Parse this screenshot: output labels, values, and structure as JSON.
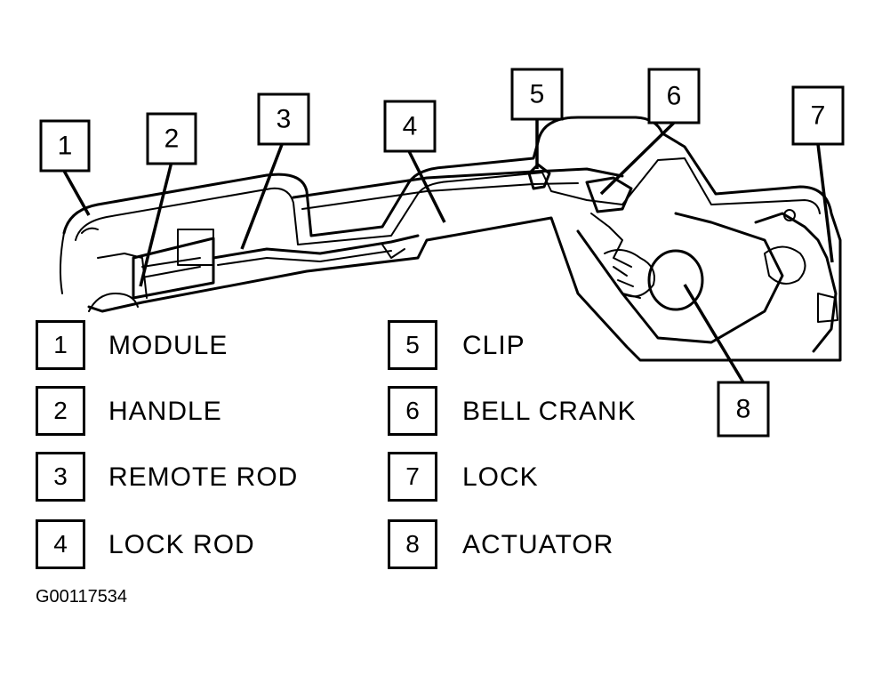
{
  "callouts": [
    "1",
    "2",
    "3",
    "4",
    "5",
    "6",
    "7",
    "8"
  ],
  "legend": [
    {
      "num": "1",
      "label": "MODULE"
    },
    {
      "num": "2",
      "label": "HANDLE"
    },
    {
      "num": "3",
      "label": "REMOTE ROD"
    },
    {
      "num": "4",
      "label": "LOCK ROD"
    },
    {
      "num": "5",
      "label": "CLIP"
    },
    {
      "num": "6",
      "label": "BELL CRANK"
    },
    {
      "num": "7",
      "label": "LOCK"
    },
    {
      "num": "8",
      "label": "ACTUATOR"
    }
  ],
  "figure_id": "G00117534"
}
